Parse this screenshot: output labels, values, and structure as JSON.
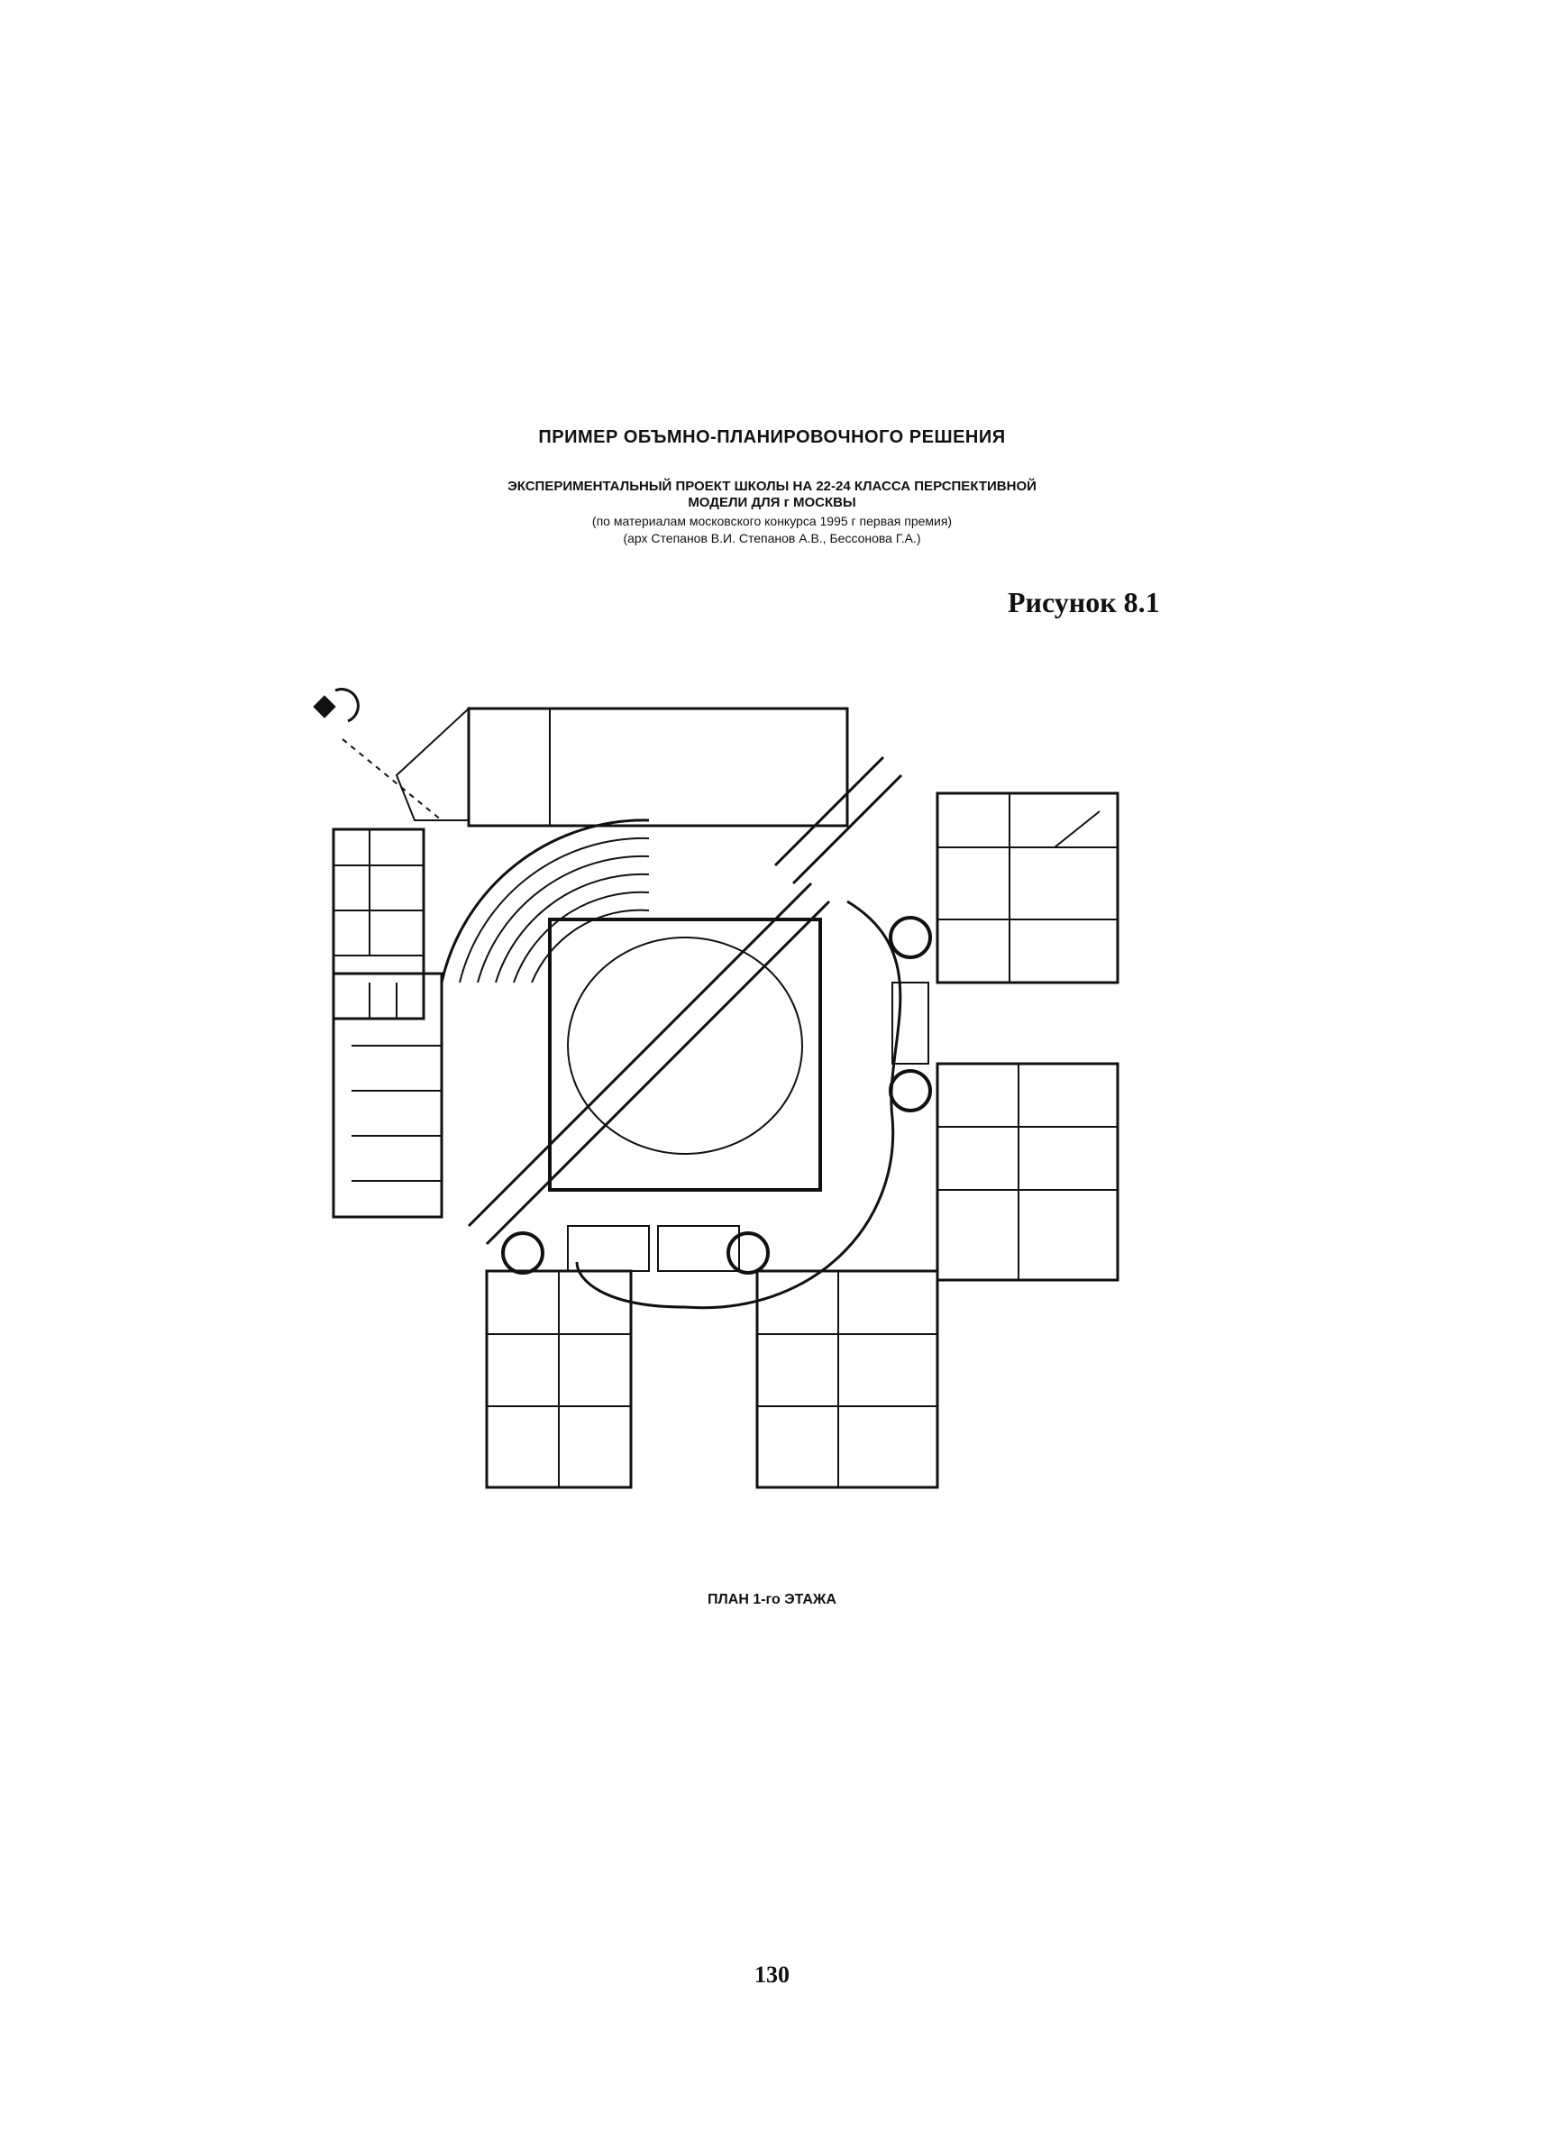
{
  "header": {
    "title": "ПРИМЕР ОБЪМНО-ПЛАНИРОВОЧНОГО РЕШЕНИЯ",
    "line1": "ЭКСПЕРИМЕНТАЛЬНЫЙ ПРОЕКТ ШКОЛЫ НА 22-24 КЛАССА ПЕРСПЕКТИВНОЙ",
    "line2": "МОДЕЛИ ДЛЯ г МОСКВЫ",
    "line3": "(по материалам московского конкурса 1995 г первая премия)",
    "line4": "(арх Степанов В.И. Степанов А.В., Бессонова Г.А.)"
  },
  "figure": {
    "label": "Рисунок 8.1",
    "caption": "ПЛАН 1-го ЭТАЖА"
  },
  "page": {
    "number": "130"
  },
  "colors": {
    "ink": "#111111",
    "paper": "#ffffff"
  }
}
